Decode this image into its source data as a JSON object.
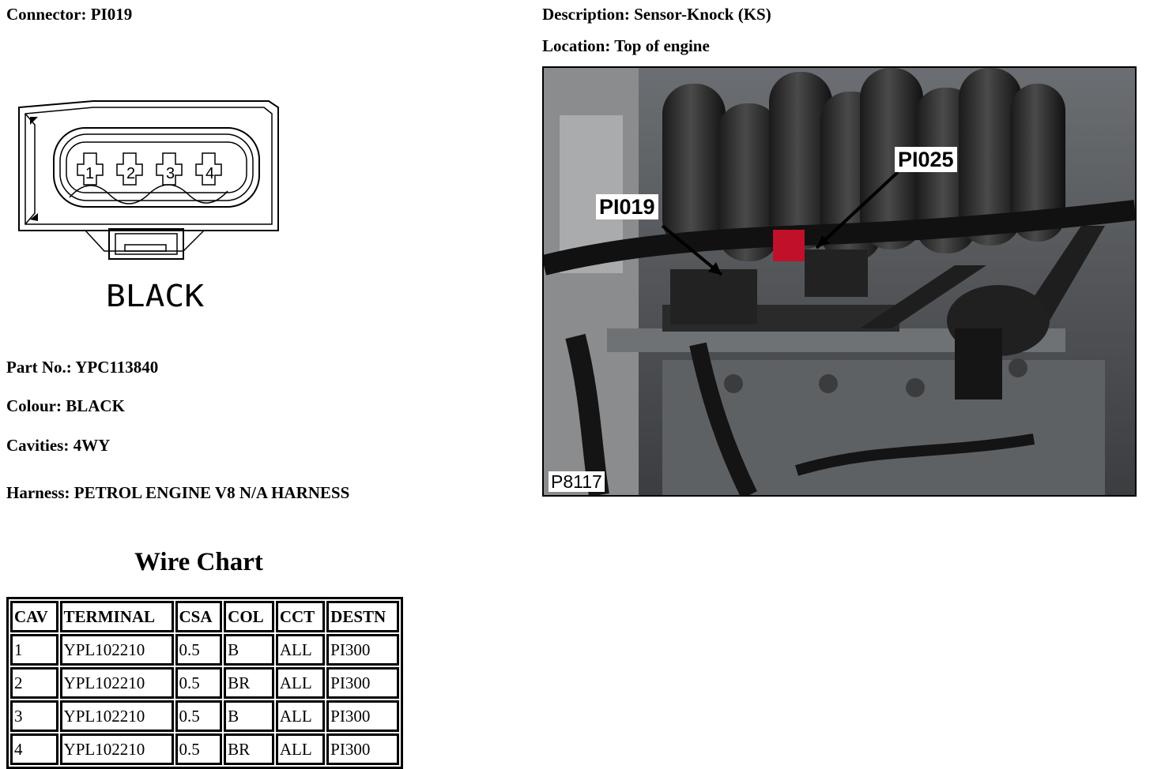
{
  "header": {
    "connector": "Connector: PI019",
    "description": "Description: Sensor-Knock (KS)",
    "location": "Location: Top of engine"
  },
  "diagram": {
    "pins": [
      "1",
      "2",
      "3",
      "4"
    ],
    "colour_label": "BLACK"
  },
  "details": {
    "part_no": "Part No.: YPC113840",
    "colour": "Colour: BLACK",
    "cavities": "Cavities: 4WY",
    "harness": "Harness: PETROL ENGINE V8 N/A HARNESS"
  },
  "wire_chart": {
    "title": "Wire Chart",
    "columns": [
      "CAV",
      "TERMINAL",
      "CSA",
      "COL",
      "CCT",
      "DESTN"
    ],
    "rows": [
      [
        "1",
        "YPL102210",
        "0.5",
        "B",
        "ALL",
        "PI300"
      ],
      [
        "2",
        "YPL102210",
        "0.5",
        "BR",
        "ALL",
        "PI300"
      ],
      [
        "3",
        "YPL102210",
        "0.5",
        "B",
        "ALL",
        "PI300"
      ],
      [
        "4",
        "YPL102210",
        "0.5",
        "BR",
        "ALL",
        "PI300"
      ]
    ]
  },
  "photo": {
    "callout_1": "PI019",
    "callout_2": "PI025",
    "photo_id": "P8117"
  }
}
